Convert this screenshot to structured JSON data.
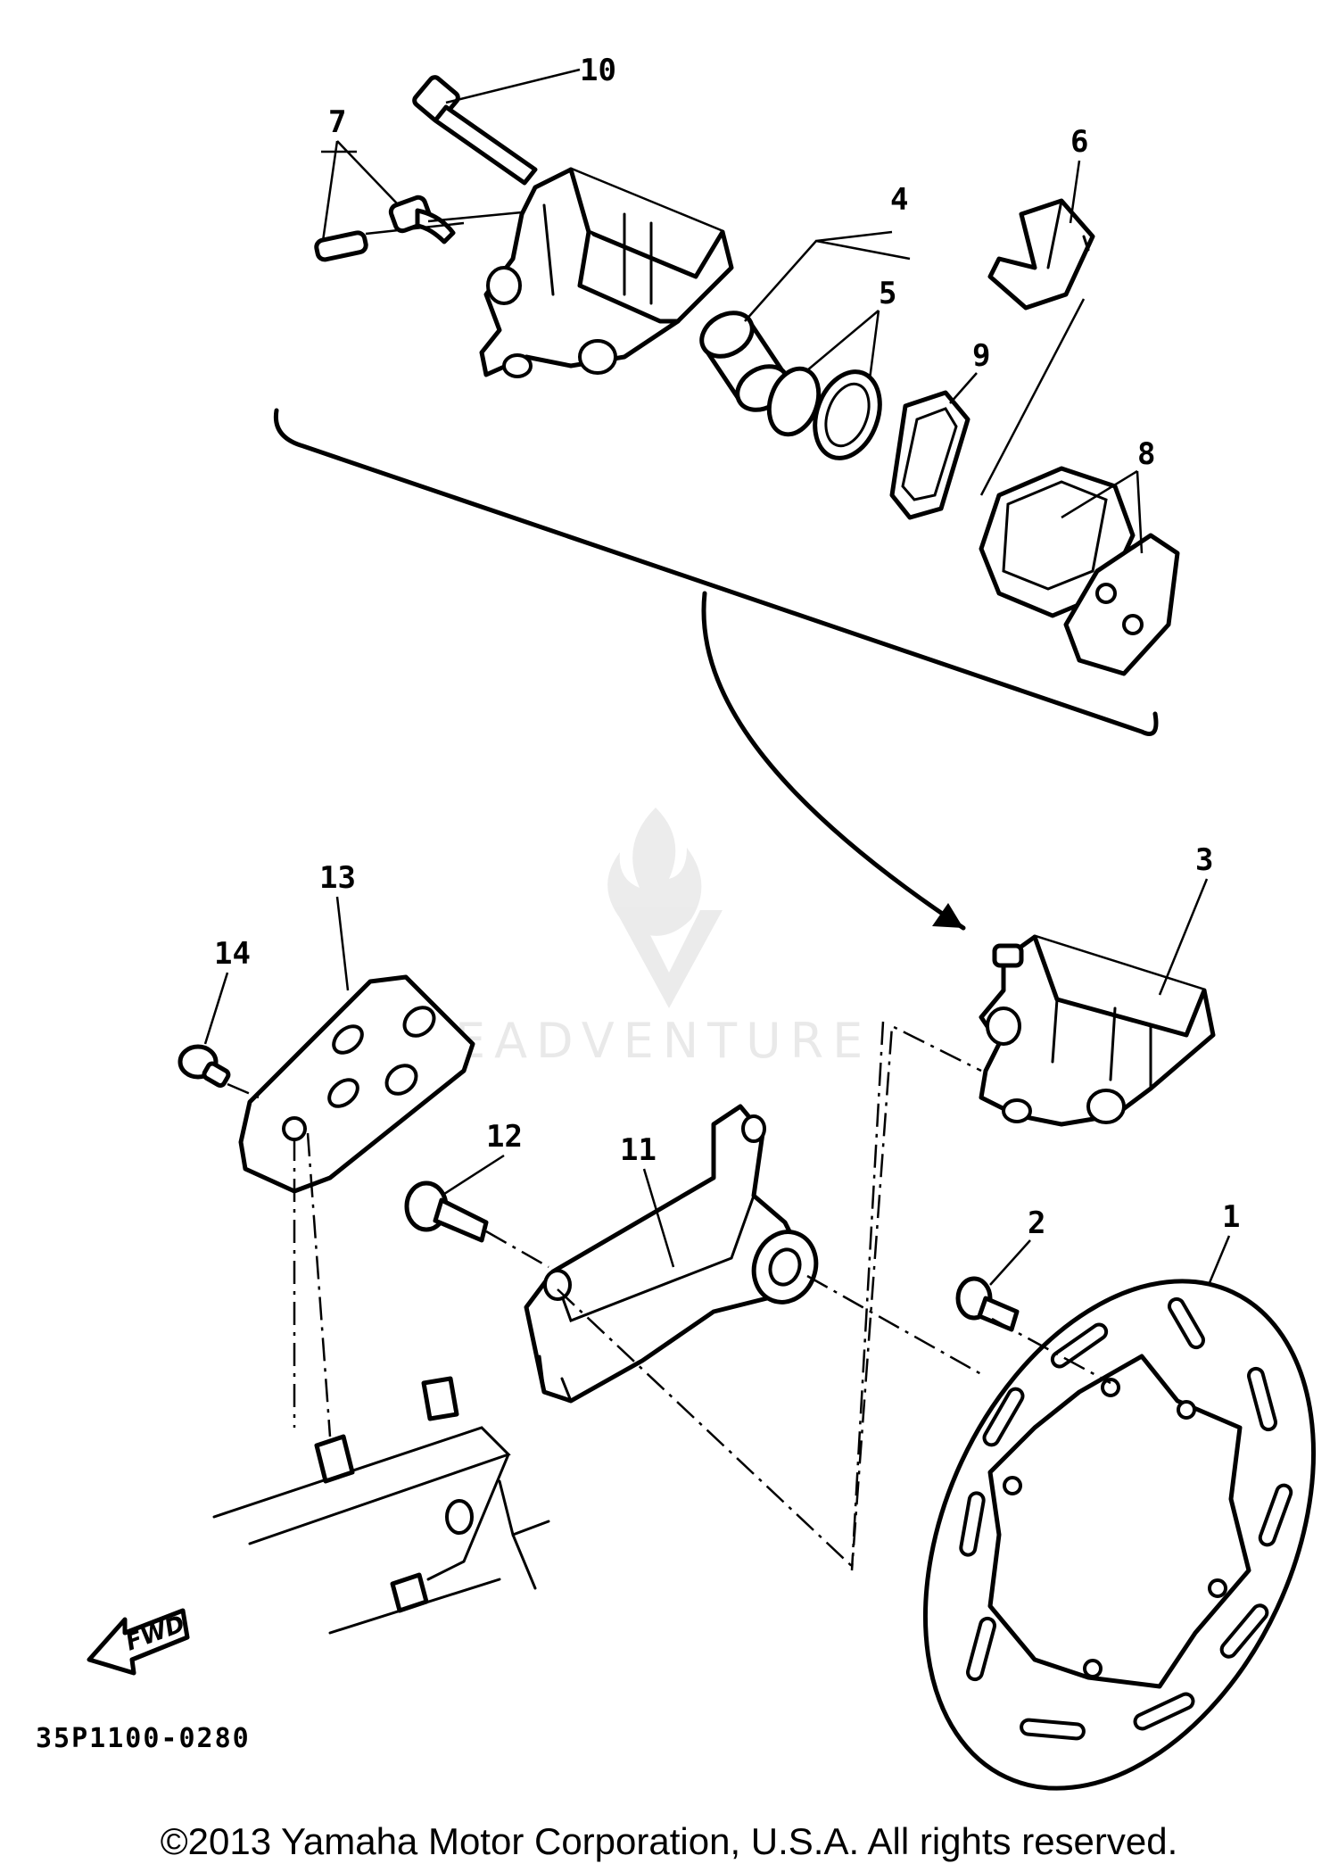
{
  "diagram": {
    "callouts": [
      "1",
      "2",
      "3",
      "4",
      "5",
      "6",
      "7",
      "8",
      "9",
      "10",
      "11",
      "12",
      "13",
      "14"
    ],
    "part_code": "35P1100-0280",
    "fwd_label": "FWD",
    "watermark": "EADVENTURE",
    "copyright": "©2013 Yamaha Motor Corporation, U.S.A. All rights reserved."
  }
}
